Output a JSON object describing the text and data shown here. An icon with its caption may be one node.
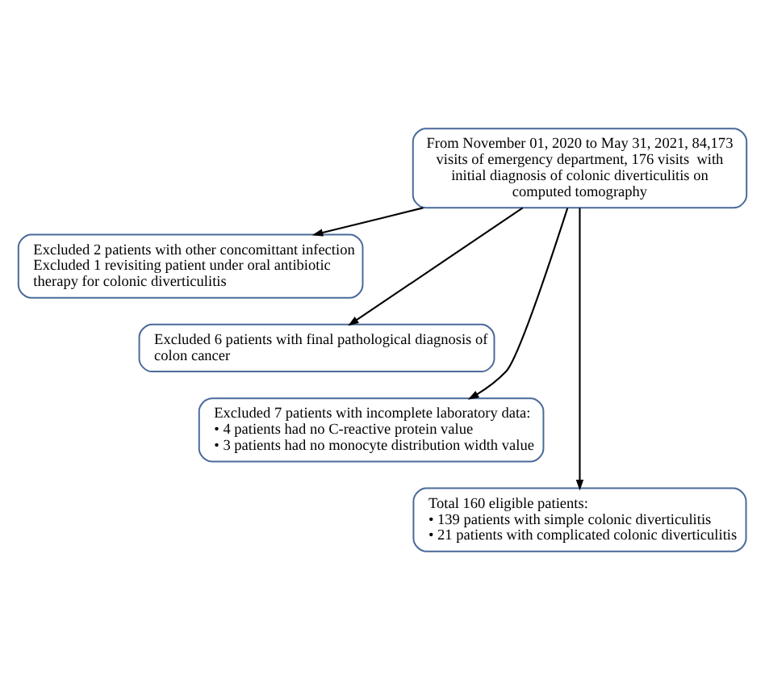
{
  "diagram": {
    "nodes": [
      {
        "text": [
          "From November 01, 2020 to May 31, 2021, 84,173 visits of emergency department, 176 visits  with initial diagnosis of colonic diverticulitis on computed tomography"
        ]
      },
      {
        "text": [
          "Excluded 2 patients with other concomittant infection",
          "Excluded 1 revisiting patient under oral antibiotic therapy for colonic diverticulitis"
        ]
      },
      {
        "text": [
          "Excluded 6 patients with final pathological diagnosis of colon cancer"
        ]
      },
      {
        "text": [
          "Excluded 7 patients with incomplete laboratory data:",
          "• 4 patients had no C-reactive protein value",
          "• 3 patients had no monocyte distribution width value"
        ]
      },
      {
        "text": [
          "Total 160 eligible patients:",
          "• 139 patients with simple colonic diverticulitis",
          "• 21 patients with complicated colonic diverticulitis"
        ]
      }
    ],
    "edges": [
      {
        "from": 0,
        "to": 1,
        "arrow": "to"
      },
      {
        "from": 0,
        "to": 2,
        "arrow": "to"
      },
      {
        "from": 0,
        "to": 3,
        "arrow": "to"
      },
      {
        "from": 0,
        "to": 4,
        "arrow": "to"
      }
    ]
  }
}
